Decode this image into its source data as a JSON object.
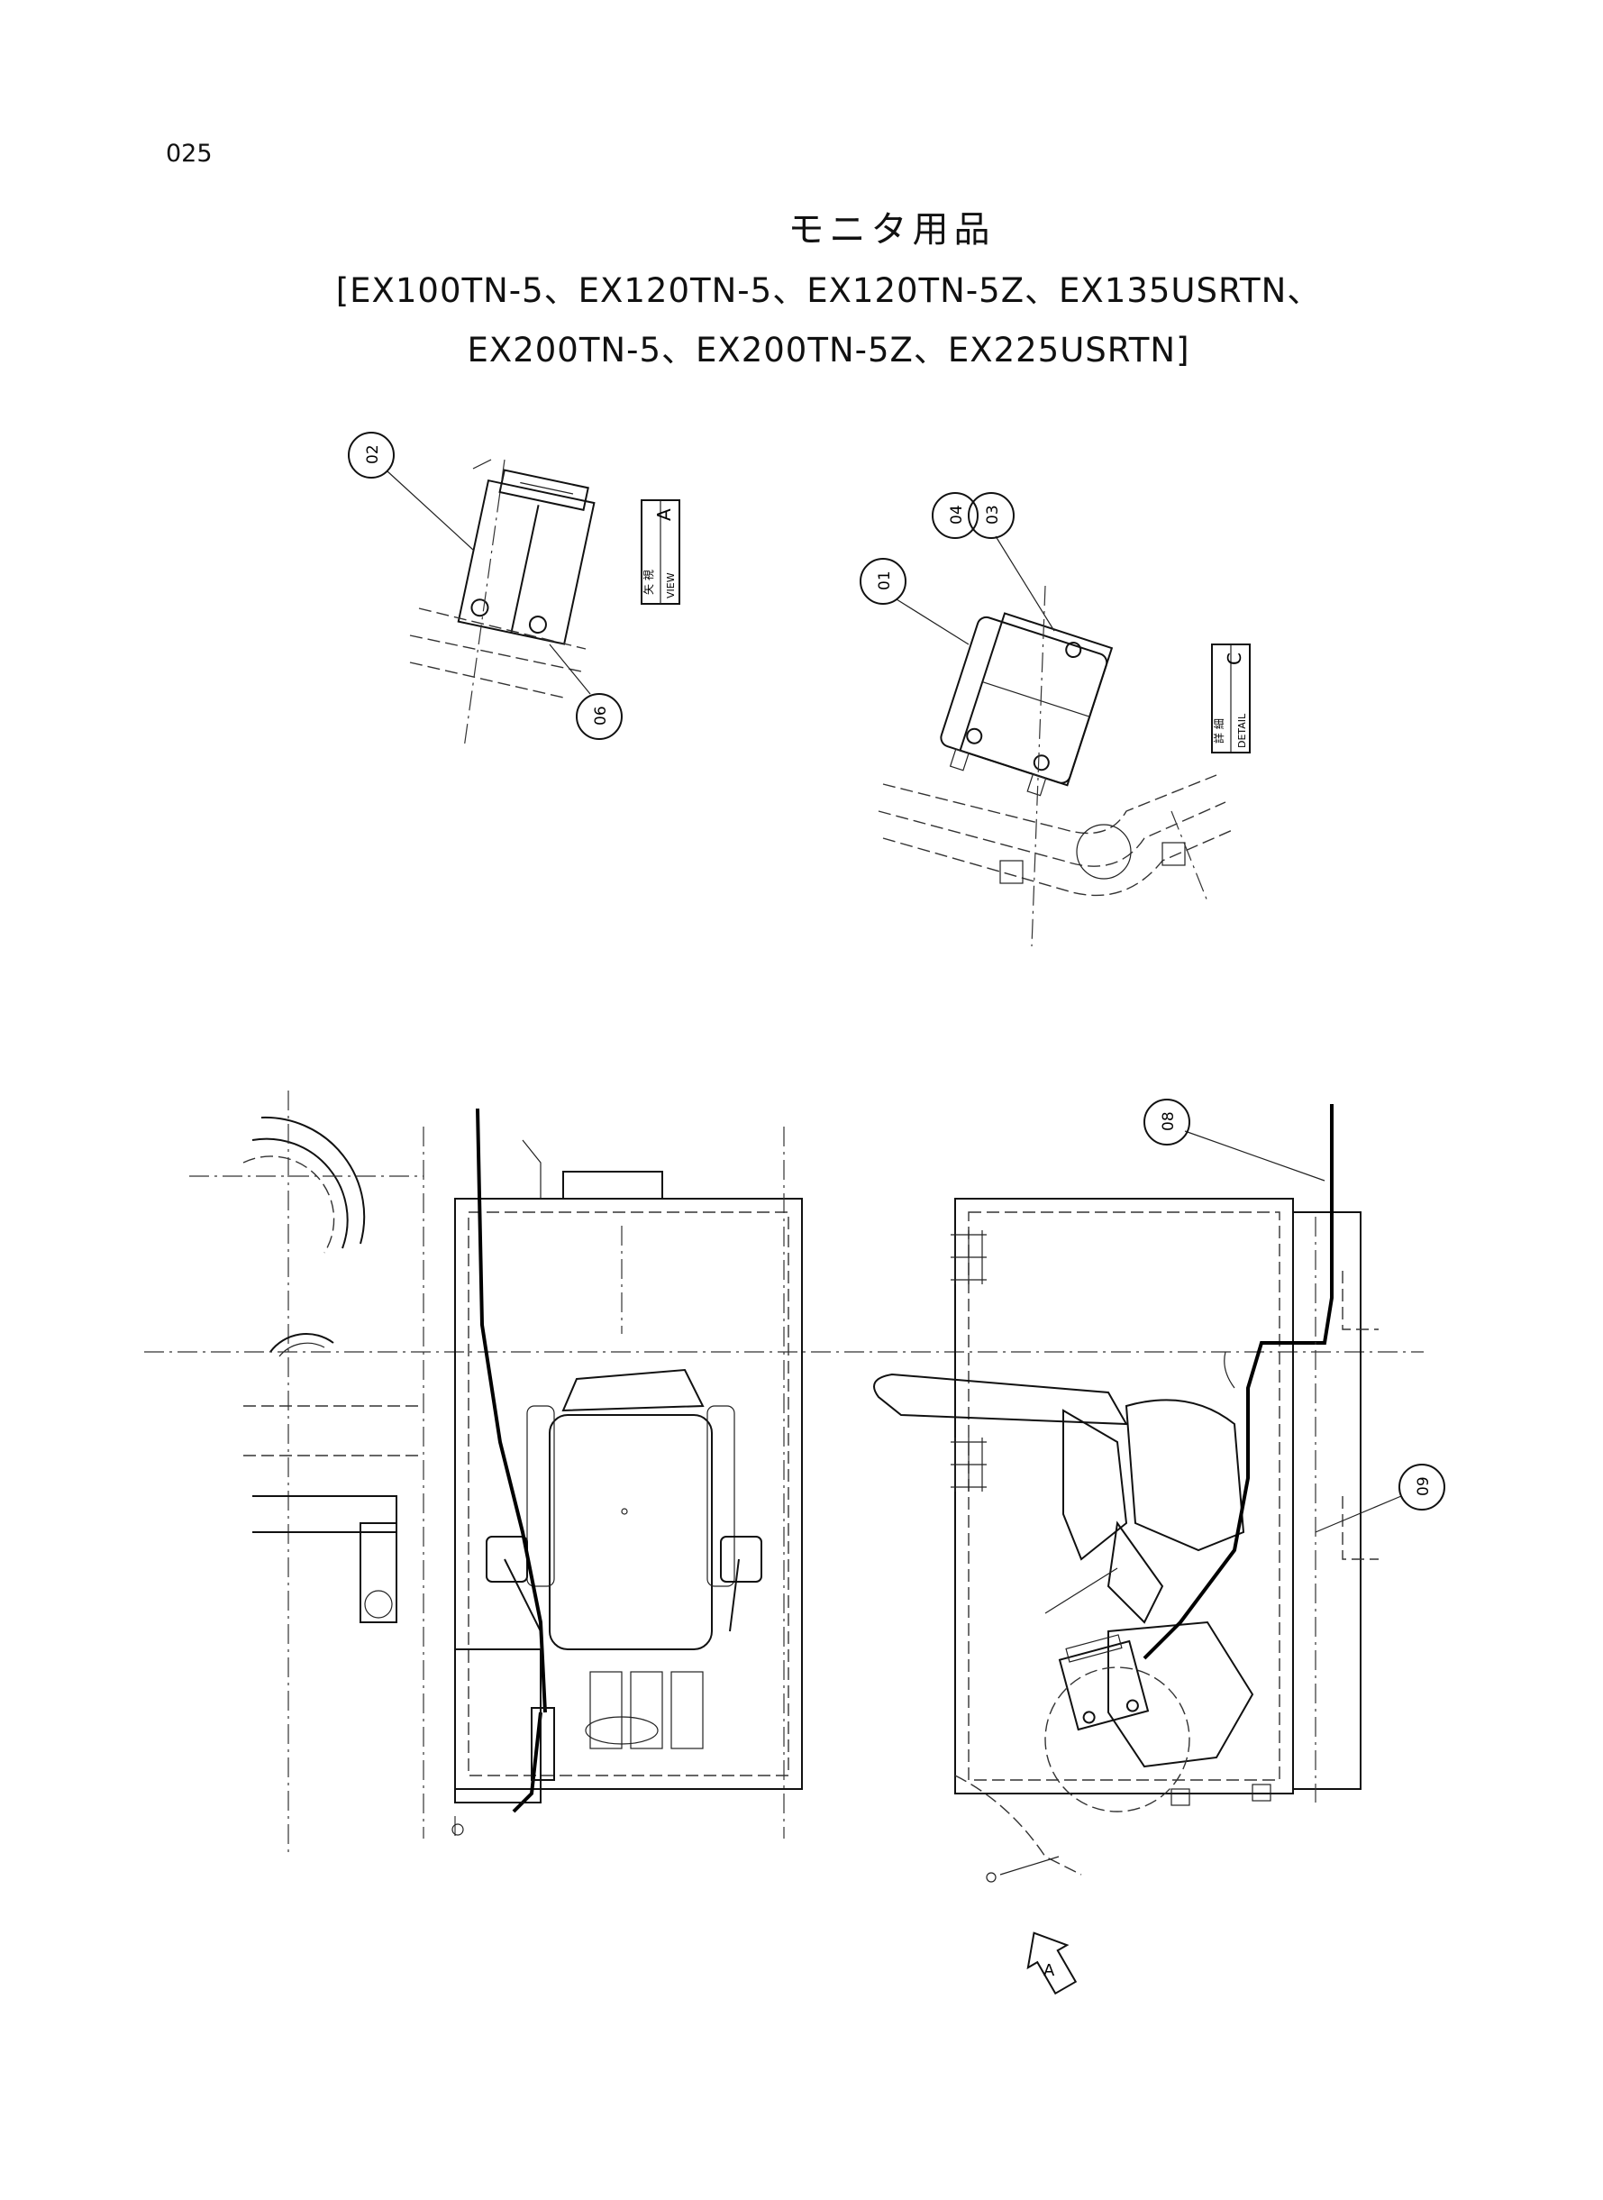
{
  "page_number": "025",
  "title": {
    "japanese": "モニタ用品",
    "models_line1": "[EX100TN-5、EX120TN-5、EX120TN-5Z、EX135USRTN、",
    "models_line2": "EX200TN-5、EX200TN-5Z、EX225USRTN]"
  },
  "callouts": {
    "c01": "01",
    "c02": "02",
    "c03": "03",
    "c04": "04",
    "c06": "06",
    "c08": "08",
    "c09": "09"
  },
  "view_label": {
    "jp": "矢 視",
    "en": "VIEW",
    "letter": "A"
  },
  "detail_label": {
    "jp": "詳 細",
    "en": "DETAIL",
    "letter": "C"
  },
  "arrow_label": "A"
}
